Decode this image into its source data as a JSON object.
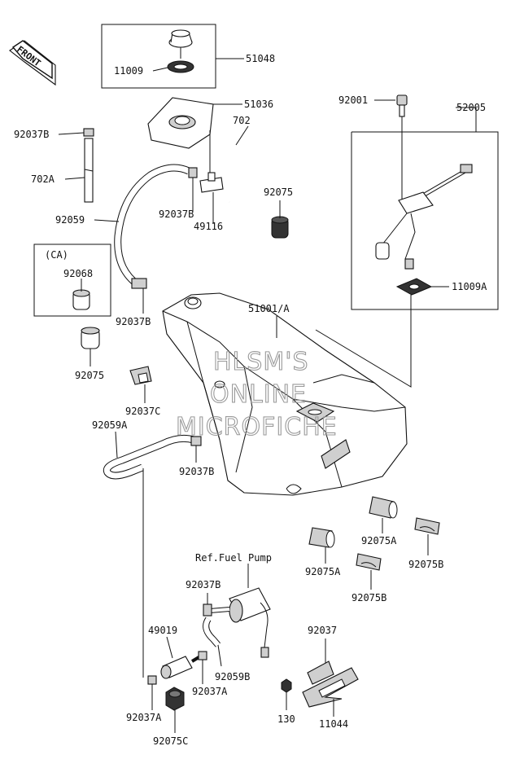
{
  "front_label": "FRONT",
  "parts": {
    "p51048": "51048",
    "p11009_top": "11009",
    "p51036": "51036",
    "p702": "702",
    "p92037B_top": "92037B",
    "p702A": "702A",
    "p92075_right": "92075",
    "p92037B_mid": "92037B",
    "p49116": "49116",
    "p92059": "92059",
    "p92001": "92001",
    "p52005": "52005",
    "ca_label": "(CA)",
    "p92068": "92068",
    "p11009A": "11009A",
    "p92037B_left": "92037B",
    "p51001A": "51001/A",
    "p92075_left": "92075",
    "p92037C": "92037C",
    "p92059A": "92059A",
    "p92037B_low": "92037B",
    "p92075A_right": "92075A",
    "p92075B_right": "92075B",
    "p92075A_left": "92075A",
    "p92075B_left": "92075B",
    "ref_fuel_pump": "Ref.Fuel Pump",
    "p92037B_pump": "92037B",
    "p49019": "49019",
    "p92059B": "92059B",
    "p92037A_mid": "92037A",
    "p92037": "92037",
    "p130": "130",
    "p11044": "11044",
    "p92037A_bottom": "92037A",
    "p92075C": "92075C"
  },
  "watermark": {
    "line1": "HLSM'S",
    "line2": "ONLINE",
    "line3": "MICROFICHE"
  }
}
